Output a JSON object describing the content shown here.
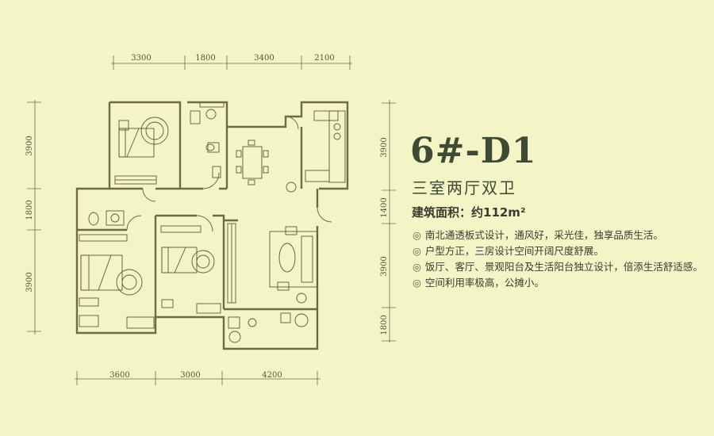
{
  "unit": {
    "title": "6#-D1",
    "type": "三室两厅双卫",
    "area": "建筑面积：约112m²"
  },
  "features": [
    "南北通透板式设计，通风好，采光佳，独享品质生活。",
    "户型方正，三房设计空间开阔尺度舒展。",
    "饭厅、客厅、景观阳台及生活阳台独立设计，倍添生活舒适感。",
    "空间利用率极高，公摊小。"
  ],
  "bullet_glyph": "◎",
  "dimensions": {
    "top": [
      "3300",
      "1800",
      "3400",
      "2100"
    ],
    "bottom": [
      "3600",
      "3000",
      "4200"
    ],
    "left": [
      "3900",
      "1800",
      "3900"
    ],
    "right": [
      "3900",
      "1400",
      "3900",
      "1800"
    ]
  },
  "colors": {
    "background": "#f3f5c6",
    "title": "#3e4a34",
    "walls": "#6e6c40"
  }
}
